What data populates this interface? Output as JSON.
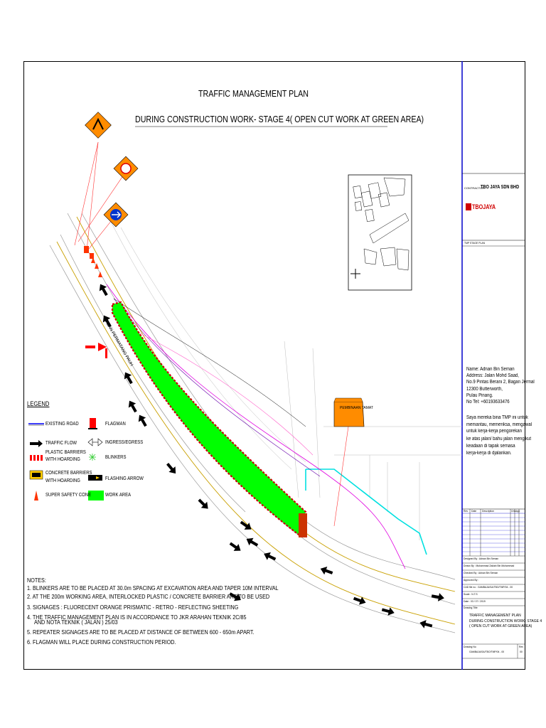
{
  "title": {
    "line1": "TRAFFIC MANAGEMENT PLAN",
    "line2": "DURING CONSTRUCTION WORK- STAGE 4( OPEN CUT WORK AT GREEN AREA)"
  },
  "legend": {
    "heading": "LEGEND",
    "items": [
      {
        "label": "EXISTING ROAD"
      },
      {
        "label": "TRAFFIC FLOW"
      },
      {
        "label": "PLASTIC BARRIERS"
      },
      {
        "label": "WITH HOARDING"
      },
      {
        "label": "CONCRETE BARRIERS"
      },
      {
        "label": "WITH HOARDING"
      },
      {
        "label": "SUPER SAFETY CONE"
      },
      {
        "label": "FLAGMAN"
      },
      {
        "label": "INGRESS/EGRESS"
      },
      {
        "label": "BLINKERS"
      },
      {
        "label": "FLASHING ARROW"
      },
      {
        "label": "WORK AREA"
      }
    ],
    "colors": {
      "road": "#0000ff",
      "work_area": "#00ff00",
      "barrier": "#ff0000"
    }
  },
  "notes": {
    "heading": "NOTES:",
    "lines": [
      "1. BLINKERS ARE TO BE PLACED AT 30.0m SPACING AT EXCAVATION AREA AND TAPER 10M INTERVAL",
      "2. AT THE 200m WORKING AREA, INTERLOCKED PLASTIC / CONCRETE BARRIER ARE TO BE USED",
      "3. SIGNAGES : FLUORECENT ORANGE PRISMATIC - RETRO - REFLECTING SHEETING",
      "4. THE TRAFFIC MANAGEMENT PLAN IS IN ACCORDANCE TO JKR ARAHAN TEKNIK 2C/85",
      "AND NOTA TEKNIK ( JALAN ) 25/03",
      "5. REPEATER SIGNAGES ARE TO BE PLACED AT DISTANCE OF BETWEEN 600 - 650m APART.",
      "6. FLAGMAN WILL PLACE DURING CONSTRUCTION PERIOD."
    ]
  },
  "map": {
    "road_label": "JALAN PERMATANG PAUH",
    "sign_label": "PEMBINAAN TAMAT"
  },
  "title_block": {
    "contractor_label": "CONTRACTOR :",
    "contractor_name": "TBO JAYA SDN BHD",
    "logo_text": "TBOJAYA",
    "name": "Name: Adnan Bin Seman",
    "address_lines": [
      "Address: Jalan Mohd Saad,",
      "No.9 Pintas Berani 2, Bagan Jermal",
      "12300 Butterworth,",
      "Pulau Pinang.",
      "No Tel: +60193633476"
    ],
    "declaration_lines": [
      "Saya mereka bina TMP ini untuk",
      "memantau, memeriksa, mengawal",
      "untuk kerja-kerja pengorekan",
      "ke atas jalan/ bahu jalan mengikut",
      "keadaan di tapak semasa",
      "kerja-kerja di djalankan."
    ],
    "rev_header": {
      "rev": "Rev",
      "date": "Date",
      "description": "Description",
      "chk": "Chk",
      "app": "App"
    },
    "designed_by": "Designed By : Adnan Bin Seman",
    "drawn_by": "Drawn By : Muhammad Zakiah Bin Muhammad",
    "checked_by": "Checked By : Adnan Bin Seman",
    "approved_by": "Approved By :",
    "cad_file": "CAD file no : GAMBAJA/SA/TBO/TMP/04 - 00",
    "scale": "Scale : N.T.S",
    "date": "Date : 03 / 07 / 2019",
    "drawing_title_label": "Drawing Title",
    "drawing_title_lines": [
      "TRAFFIC MANAGEMENT PLAN",
      "DURING CONSTRUCTION WORK- STAGE 4",
      "( OPEN CUT WORK AT GREEN AREA)"
    ],
    "drawing_no_label": "Drawing No",
    "drawing_no": "GAMBAJA/SA/TBO/TMP/04 - 00",
    "rev_label": "Rev",
    "rev_value": "00",
    "keyplan_label": "TMP STAGE PLAN"
  }
}
